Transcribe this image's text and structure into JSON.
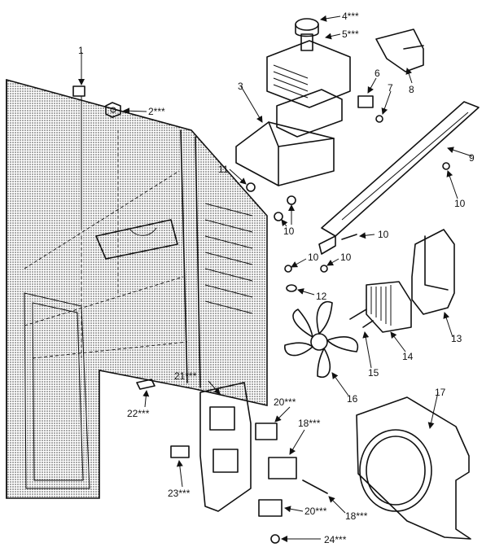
{
  "callouts": [
    {
      "id": "c1",
      "text": "1"
    },
    {
      "id": "c2",
      "text": "2***"
    },
    {
      "id": "c3",
      "text": "3"
    },
    {
      "id": "c4",
      "text": "4***"
    },
    {
      "id": "c5",
      "text": "5***"
    },
    {
      "id": "c6",
      "text": "6"
    },
    {
      "id": "c7",
      "text": "7"
    },
    {
      "id": "c8",
      "text": "8"
    },
    {
      "id": "c9",
      "text": "9"
    },
    {
      "id": "c10a",
      "text": "10"
    },
    {
      "id": "c10b",
      "text": "10"
    },
    {
      "id": "c10c",
      "text": "10"
    },
    {
      "id": "c10d",
      "text": "10"
    },
    {
      "id": "c10e",
      "text": "10"
    },
    {
      "id": "c11",
      "text": "11"
    },
    {
      "id": "c12",
      "text": "12"
    },
    {
      "id": "c13",
      "text": "13"
    },
    {
      "id": "c14",
      "text": "14"
    },
    {
      "id": "c15",
      "text": "15"
    },
    {
      "id": "c16",
      "text": "16"
    },
    {
      "id": "c17",
      "text": "17"
    },
    {
      "id": "c18a",
      "text": "18***"
    },
    {
      "id": "c18b",
      "text": "18***"
    },
    {
      "id": "c20a",
      "text": "20***"
    },
    {
      "id": "c20b",
      "text": "20***"
    },
    {
      "id": "c21",
      "text": "21***"
    },
    {
      "id": "c22",
      "text": "22***"
    },
    {
      "id": "c23",
      "text": "23***"
    },
    {
      "id": "c24",
      "text": "24***"
    }
  ]
}
